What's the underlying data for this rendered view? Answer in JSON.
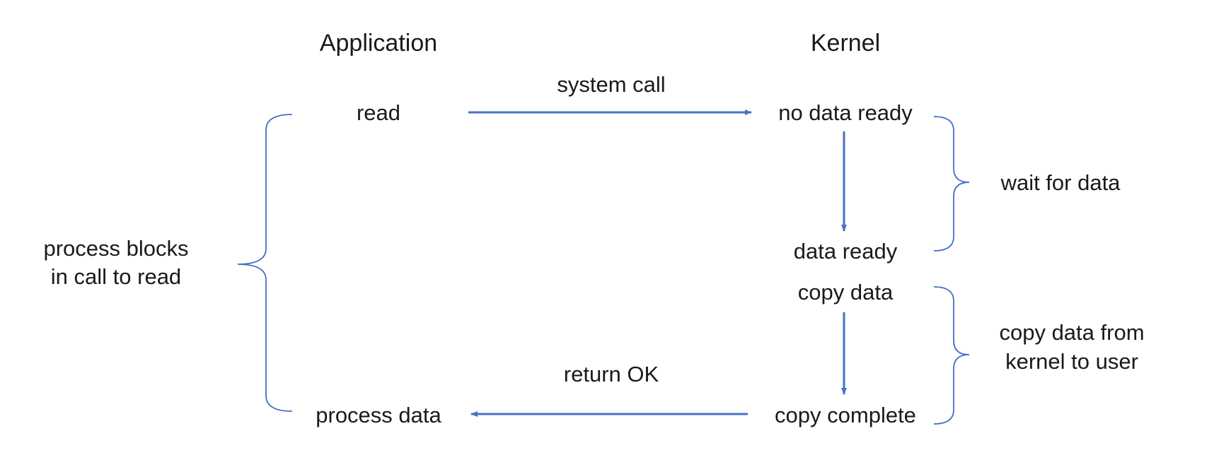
{
  "columns": {
    "application": "Application",
    "kernel": "Kernel"
  },
  "application_steps": {
    "read": "read",
    "process_data": "process data"
  },
  "kernel_steps": {
    "no_data_ready": "no data ready",
    "data_ready": "data ready",
    "copy_data": "copy data",
    "copy_complete": "copy complete"
  },
  "messages": {
    "system_call": "system call",
    "return_ok": "return OK"
  },
  "annotations": {
    "process_blocks": [
      "process blocks",
      "in call to read"
    ],
    "wait_for_data": "wait for data",
    "copy_data_from_kernel": [
      "copy data from",
      "kernel to user"
    ]
  },
  "colors": {
    "arrow": "#4472c4",
    "brace": "#4472c4",
    "text": "#1a1a1a"
  }
}
